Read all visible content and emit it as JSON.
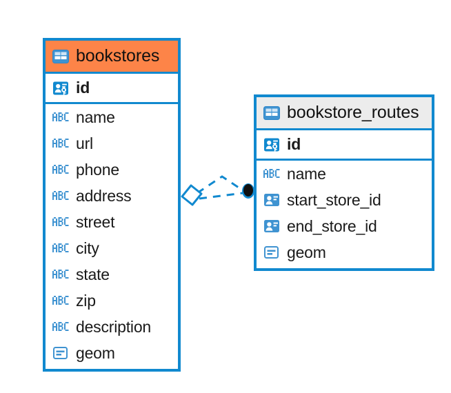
{
  "diagram": {
    "type": "entity-relationship-diagram",
    "background": "#ffffff",
    "accent_blue": "#1189cf",
    "accent_orange": "#fd8448",
    "accent_gray": "#ececec"
  },
  "entities": [
    {
      "name": "bookstores",
      "header_icon": "table-icon",
      "header_color": "#fd8448",
      "fields": [
        {
          "label": "id",
          "icon": "primary-key-icon",
          "key": "pk"
        },
        {
          "label": "name",
          "icon": "abc-text-icon",
          "key": ""
        },
        {
          "label": "url",
          "icon": "abc-text-icon",
          "key": ""
        },
        {
          "label": "phone",
          "icon": "abc-text-icon",
          "key": ""
        },
        {
          "label": "address",
          "icon": "abc-text-icon",
          "key": ""
        },
        {
          "label": "street",
          "icon": "abc-text-icon",
          "key": ""
        },
        {
          "label": "city",
          "icon": "abc-text-icon",
          "key": ""
        },
        {
          "label": "state",
          "icon": "abc-text-icon",
          "key": ""
        },
        {
          "label": "zip",
          "icon": "abc-text-icon",
          "key": ""
        },
        {
          "label": "description",
          "icon": "abc-text-icon",
          "key": ""
        },
        {
          "label": "geom",
          "icon": "geometry-icon",
          "key": ""
        }
      ]
    },
    {
      "name": "bookstore_routes",
      "header_icon": "table-icon",
      "header_color": "#ececec",
      "fields": [
        {
          "label": "id",
          "icon": "primary-key-icon",
          "key": "pk"
        },
        {
          "label": "name",
          "icon": "abc-text-icon",
          "key": ""
        },
        {
          "label": "start_store_id",
          "icon": "foreign-key-icon",
          "key": "fk"
        },
        {
          "label": "end_store_id",
          "icon": "foreign-key-icon",
          "key": "fk"
        },
        {
          "label": "geom",
          "icon": "geometry-icon",
          "key": ""
        }
      ]
    }
  ],
  "relationship": {
    "source_entity": "bookstores",
    "target_entity": "bookstore_routes",
    "source_endpoint": "diamond-endpoint",
    "target_endpoint": "circle-endpoint",
    "line_style": "dashed",
    "line_color": "#1189cf"
  }
}
